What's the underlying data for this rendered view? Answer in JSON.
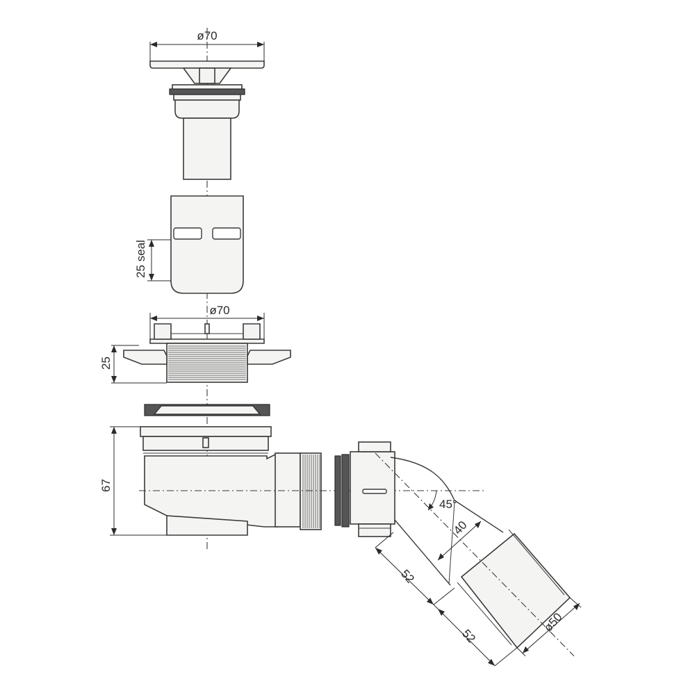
{
  "dimensions": {
    "cover_diameter": "ø70",
    "seal_height": "25 seal",
    "flange_diameter": "ø70",
    "flange_height": "25",
    "body_height": "67",
    "elbow_angle": "45°",
    "elbow_offset": "40",
    "elbow_length_upper": "52",
    "elbow_length_lower": "52",
    "outlet_diameter": "ø50"
  },
  "colors": {
    "line": "#3a3a3a",
    "fill": "#f4f4f2",
    "dark": "#555555"
  }
}
